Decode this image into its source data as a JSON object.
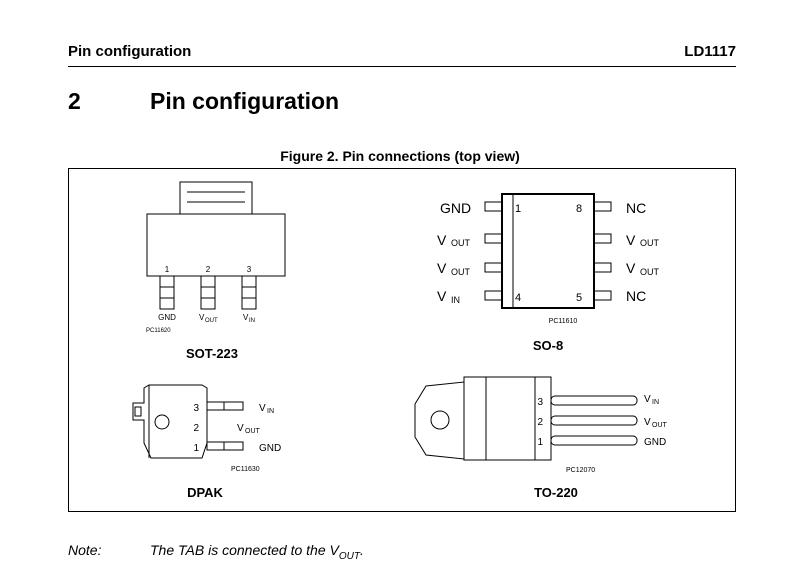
{
  "header": {
    "section": "Pin configuration",
    "part": "LD1117"
  },
  "section": {
    "number": "2",
    "title": "Pin configuration"
  },
  "figure": {
    "caption": "Figure 2. Pin connections (top view)",
    "sot223": {
      "name": "SOT-223",
      "code": "PC11620",
      "pin_numbers": [
        "1",
        "2",
        "3"
      ],
      "pin_labels": {
        "gnd": "GND",
        "vout_main": "V",
        "vout_sub": "OUT",
        "vin_main": "V",
        "vin_sub": "IN"
      }
    },
    "so8": {
      "name": "SO-8",
      "code": "PC11610",
      "pin1": "1",
      "pin4": "4",
      "pin5": "5",
      "pin8": "8",
      "left": {
        "gnd": "GND",
        "v": "V",
        "out": "OUT",
        "in": "IN"
      },
      "right": {
        "nc": "NC",
        "v": "V",
        "out": "OUT"
      }
    },
    "dpak": {
      "name": "DPAK",
      "code": "PC11630",
      "pin_numbers": [
        "3",
        "2",
        "1"
      ],
      "labels": {
        "v": "V",
        "in": "IN",
        "out": "OUT",
        "gnd": "GND"
      }
    },
    "to220": {
      "name": "TO-220",
      "code": "PC12070",
      "pin_numbers": [
        "3",
        "2",
        "1"
      ],
      "labels": {
        "v": "V",
        "in": "IN",
        "out": "OUT",
        "gnd": "GND"
      }
    }
  },
  "note": {
    "label": "Note:",
    "text": "The TAB is connected to the V",
    "sub": "OUT",
    "end": "."
  }
}
